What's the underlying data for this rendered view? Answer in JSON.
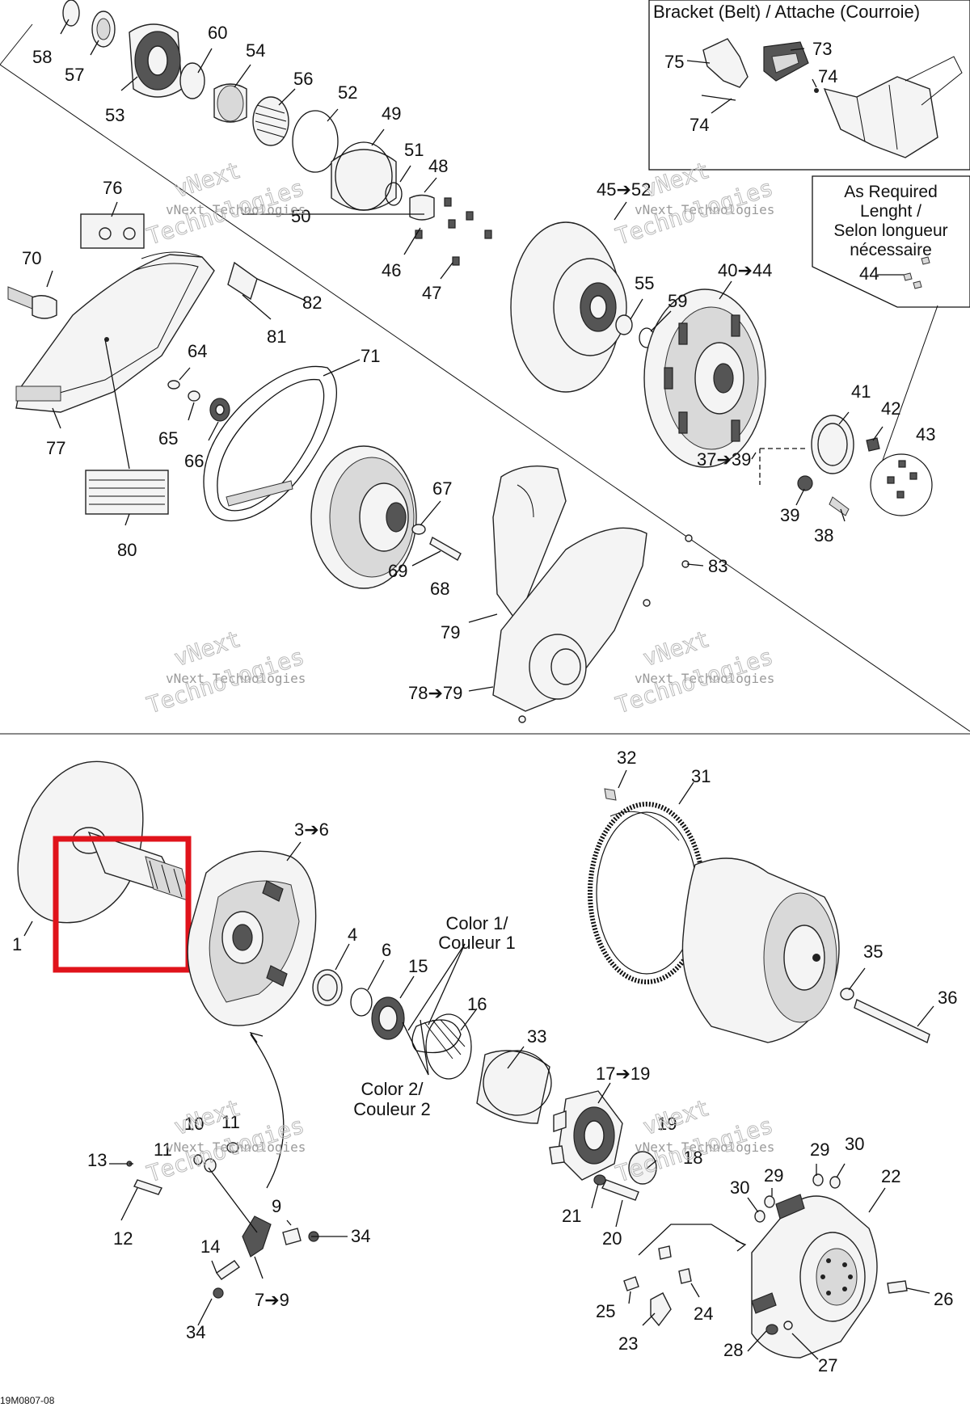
{
  "bracket_box": {
    "title": "Bracket (Belt) / Attache (Courroie)"
  },
  "note_box": {
    "line1": "As Required",
    "line2": "Lenght /",
    "line3": "Selon longueur",
    "line4": "nécessaire"
  },
  "color_labels": {
    "color1_line1": "Color 1/",
    "color1_line2": "Couleur 1",
    "color2_line1": "Color 2/",
    "color2_line2": "Couleur 2"
  },
  "watermark": {
    "line1": "vNext Technologies",
    "line2": "vNext",
    "line3": "Technologies"
  },
  "doc_code": "19M0807-08",
  "top_labels": [
    "58",
    "57",
    "53",
    "60",
    "54",
    "56",
    "52",
    "49",
    "51",
    "48",
    "50",
    "76",
    "70",
    "46",
    "47",
    "45➔52",
    "55",
    "59",
    "40➔44",
    "44",
    "41",
    "42",
    "43",
    "82",
    "81",
    "64",
    "65",
    "66",
    "77",
    "71",
    "67",
    "69",
    "68",
    "80",
    "79",
    "83",
    "78➔79",
    "37➔39",
    "39",
    "38",
    "75",
    "73",
    "74",
    "74"
  ],
  "bottom_labels": [
    "32",
    "31",
    "3➔6",
    "1",
    "4",
    "6",
    "15",
    "16",
    "33",
    "35",
    "36",
    "17➔19",
    "19",
    "18",
    "10",
    "11",
    "11",
    "13",
    "12",
    "9",
    "34",
    "14",
    "7➔9",
    "34",
    "21",
    "20",
    "29",
    "30",
    "29",
    "30",
    "22",
    "25",
    "24",
    "23",
    "26",
    "28",
    "27"
  ],
  "colors": {
    "highlight": "#e0131b",
    "ink": "#111111",
    "watermark": "#b9b9b9"
  }
}
